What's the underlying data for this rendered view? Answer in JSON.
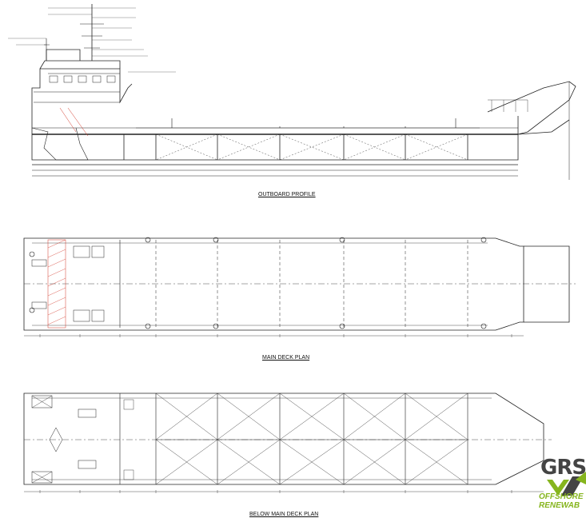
{
  "views": {
    "outboard_profile": "OUTBOARD PROFILE",
    "main_deck_plan": "MAIN DECK PLAN",
    "below_main_deck_plan": "BELOW MAIN DECK PLAN"
  },
  "logo": {
    "grs": "GRS",
    "line1": "OFFSHORE",
    "line2": "RENEWAB"
  },
  "colors": {
    "line": "#222222",
    "hatch": "#d33a2c",
    "logo_green": "#86b51e",
    "logo_grey": "#444444"
  }
}
